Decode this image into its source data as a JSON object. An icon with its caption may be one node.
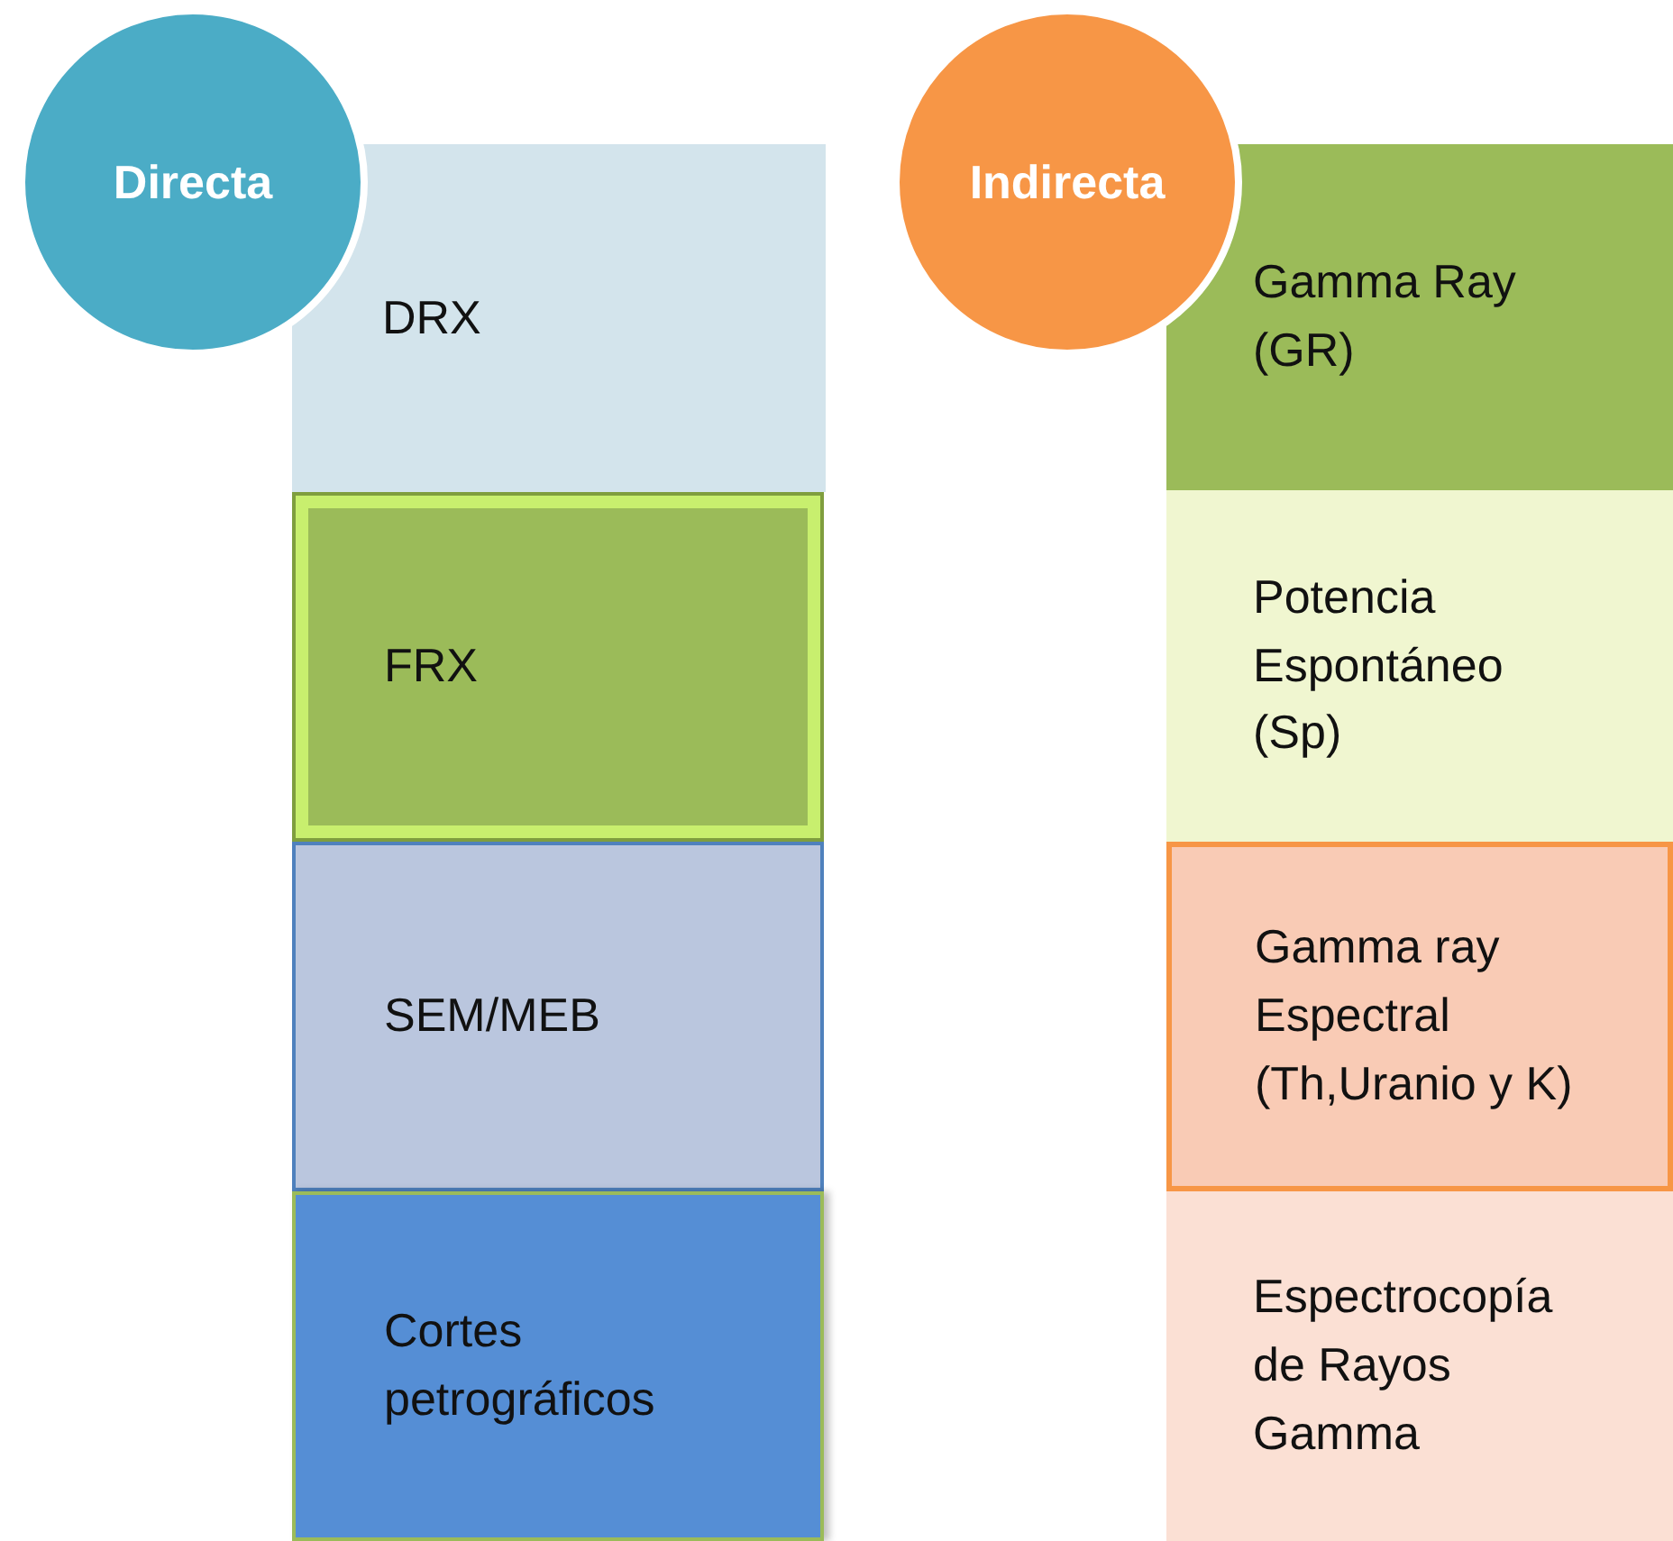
{
  "diagram": {
    "nodes": [
      {
        "text": [
          "Directa"
        ]
      },
      {
        "text": [
          "DRX"
        ]
      },
      {
        "text": [
          "FRX"
        ]
      },
      {
        "text": [
          "SEM/MEB"
        ]
      },
      {
        "text": [
          "Cortes petrográficos"
        ]
      },
      {
        "text": [
          "Indirecta"
        ]
      },
      {
        "text": [
          "Gamma Ray (GR)"
        ]
      },
      {
        "text": [
          "Potencia Espontáneo (Sp)"
        ]
      },
      {
        "text": [
          "Gamma ray Espectral (Th,Uranio y K)"
        ]
      },
      {
        "text": [
          "Espectrocopía de Rayos Gamma"
        ]
      }
    ]
  }
}
